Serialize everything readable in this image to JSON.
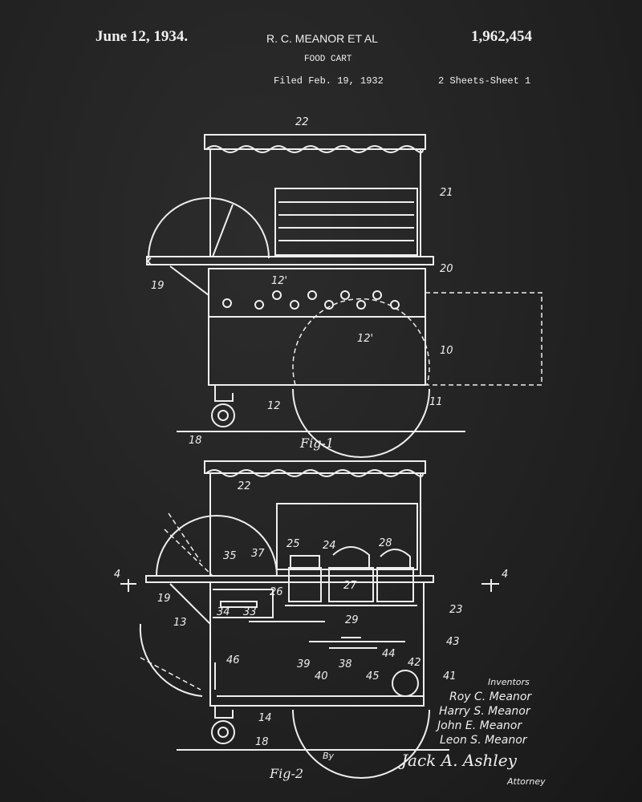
{
  "header": {
    "date": "June 12, 1934.",
    "inventor": "R. C. MEANOR ET AL",
    "patent_number": "1,962,454",
    "title": "FOOD CART",
    "filed": "Filed Feb. 19, 1932",
    "sheets": "2 Sheets-Sheet 1"
  },
  "fig1": {
    "caption": "Fig-1",
    "refs": {
      "r22": "22",
      "r21": "21",
      "r20": "20",
      "r19": "19",
      "r12a": "12'",
      "r12b": "12'",
      "r10": "10",
      "r11": "11",
      "r12": "12",
      "r18": "18"
    }
  },
  "fig2": {
    "caption": "Fig-2",
    "by": "By",
    "refs": {
      "r22": "22",
      "r25": "25",
      "r24": "24",
      "r28": "28",
      "r35": "35",
      "r37": "37",
      "r26": "26",
      "r27": "27",
      "r4a": "4",
      "r4b": "4",
      "r19": "19",
      "r34": "34",
      "r33": "33",
      "r29": "29",
      "r23": "23",
      "r13": "13",
      "r43": "43",
      "r39": "39",
      "r38": "38",
      "r44": "44",
      "r42": "42",
      "r40": "40",
      "r45": "45",
      "r41": "41",
      "r46": "46",
      "r14": "14",
      "r18": "18"
    }
  },
  "inventors": {
    "heading": "Inventors",
    "names": [
      "Roy C. Meanor",
      "Harry S. Meanor",
      "John E. Meanor",
      "Leon S. Meanor"
    ]
  },
  "attorney": {
    "signature": "Jack A. Ashley",
    "label": "Attorney"
  }
}
